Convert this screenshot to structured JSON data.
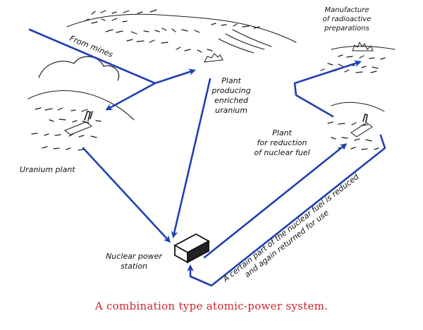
{
  "diagram": {
    "labels": {
      "from_mines": "From mines",
      "manufacture": [
        "Manufacture",
        "of radioactive",
        "preparations"
      ],
      "plant_enriched": [
        "Plant",
        "producing",
        "enriched",
        "uranium"
      ],
      "uranium_plant": "Uranium plant",
      "plant_reduction": [
        "Plant",
        "for reduction",
        "of nuclear fuel"
      ],
      "nuclear_power_station": [
        "Nuclear power",
        "station"
      ],
      "returned_note": [
        "A certain part of the nuclear fuel is reduced",
        "and again returned for use"
      ]
    },
    "caption": "A combination type atomic-power system.",
    "colors": {
      "arrow": "#1f3fb0",
      "caption": "#c8252b",
      "sketch": "#1a1a1a"
    }
  }
}
